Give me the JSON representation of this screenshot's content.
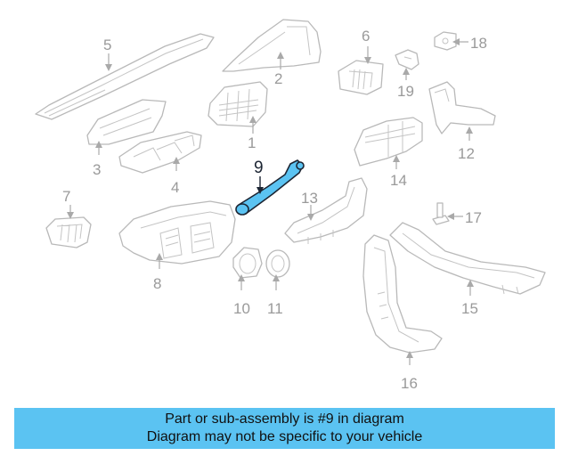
{
  "diagram": {
    "highlighted_part": "9",
    "callouts": [
      "1",
      "2",
      "3",
      "4",
      "5",
      "6",
      "7",
      "8",
      "9",
      "10",
      "11",
      "12",
      "13",
      "14",
      "15",
      "16",
      "17",
      "18",
      "19"
    ]
  },
  "banner": {
    "line1": "Part or sub-assembly is #9 in diagram",
    "line2": "Diagram may not be specific to your vehicle"
  },
  "colors": {
    "highlight": "#5bc3f2",
    "banner_bg": "#5bc3f2",
    "part_outline": "#b9b9b9",
    "callout_text": "#9a9a9a"
  }
}
